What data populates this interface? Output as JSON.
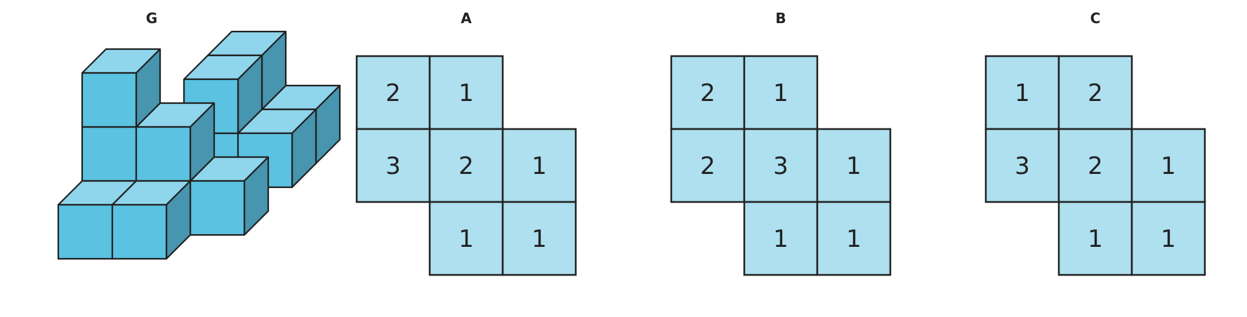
{
  "panels": [
    {
      "id": "G",
      "label": "G"
    },
    {
      "id": "A",
      "label": "A",
      "grid": [
        [
          "2",
          "1",
          ""
        ],
        [
          "3",
          "2",
          "1"
        ],
        [
          "",
          "1",
          "1"
        ]
      ]
    },
    {
      "id": "B",
      "label": "B",
      "grid": [
        [
          "2",
          "1",
          ""
        ],
        [
          "2",
          "3",
          "1"
        ],
        [
          "",
          "1",
          "1"
        ]
      ]
    },
    {
      "id": "C",
      "label": "C",
      "grid": [
        [
          "1",
          "2",
          ""
        ],
        [
          "3",
          "2",
          "1"
        ],
        [
          "",
          "1",
          "1"
        ]
      ]
    }
  ],
  "colors": {
    "grid_fill": "#aee0ef",
    "cube_front": "#5bc2e1",
    "cube_top": "#8fd6ed",
    "cube_side": "#4795ae",
    "outline": "#222222"
  }
}
